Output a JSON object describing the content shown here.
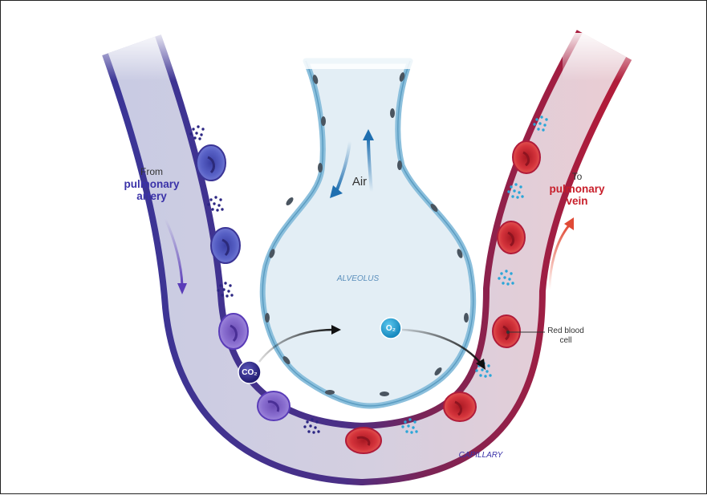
{
  "labels": {
    "air": "Air",
    "alveolus": "ALVEOLUS",
    "capillary": "CAPILLARY",
    "from_prefix": "From",
    "from_line1": "pulmonary",
    "from_line2": "artery",
    "to_prefix": "To",
    "to_line1": "pulmonary",
    "to_line2": "vein",
    "rbc_line1": "Red blood",
    "rbc_line2": "cell",
    "co2": "CO₂",
    "o2": "O₂"
  },
  "colors": {
    "deoxygenated": "#3b3596",
    "oxygenated": "#b01c3a",
    "alveolus_fill": "#e3eef5",
    "alveolus_wall": "#8bbfdc",
    "o2_molecule": "#1ea0d2",
    "co2_molecule": "#2c2683"
  }
}
